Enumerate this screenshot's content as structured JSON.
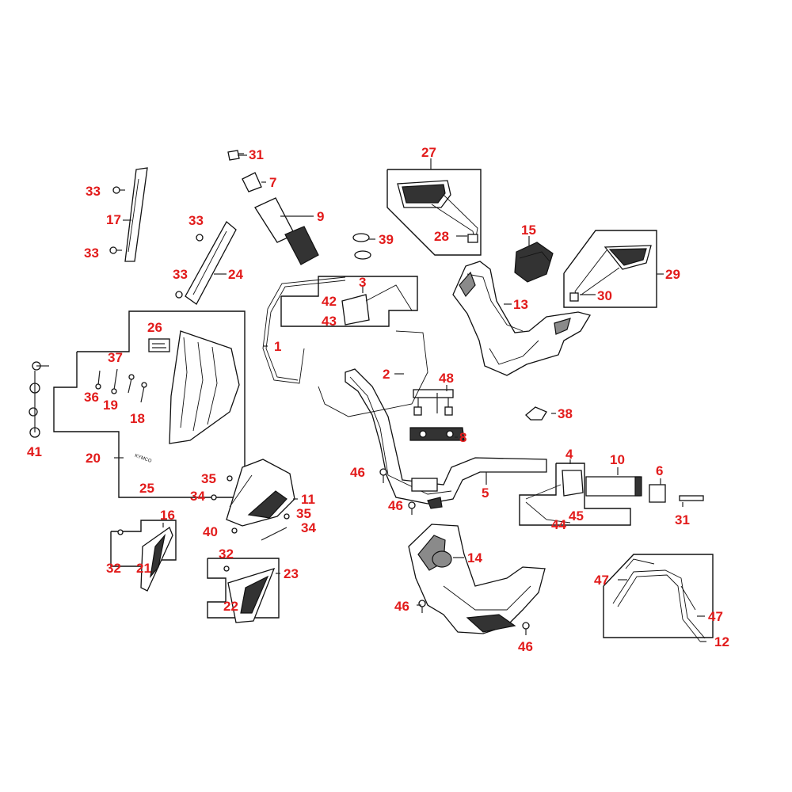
{
  "labels": {
    "l1": "1",
    "l2": "2",
    "l3": "3",
    "l4": "4",
    "l5": "5",
    "l6": "6",
    "l7": "7",
    "l8": "8",
    "l9": "9",
    "l10": "10",
    "l11": "11",
    "l12": "12",
    "l13": "13",
    "l14": "14",
    "l15": "15",
    "l16": "16",
    "l17": "17",
    "l18": "18",
    "l19": "19",
    "l20": "20",
    "l21": "21",
    "l22": "22",
    "l23": "23",
    "l24": "24",
    "l25": "25",
    "l26": "26",
    "l27": "27",
    "l28": "28",
    "l29": "29",
    "l30": "30",
    "l31a": "31",
    "l31b": "31",
    "l32a": "32",
    "l32b": "32",
    "l33a": "33",
    "l33b": "33",
    "l33c": "33",
    "l33d": "33",
    "l34a": "34",
    "l34b": "34",
    "l35a": "35",
    "l35b": "35",
    "l36": "36",
    "l37": "37",
    "l38": "38",
    "l39": "39",
    "l40": "40",
    "l41": "41",
    "l42": "42",
    "l43": "43",
    "l44": "44",
    "l45": "45",
    "l46a": "46",
    "l46b": "46",
    "l46c": "46",
    "l46d": "46",
    "l47a": "47",
    "l47b": "47",
    "l48": "48"
  },
  "windscreen_logo": "KYMCO",
  "label_color": "#e21b1b"
}
